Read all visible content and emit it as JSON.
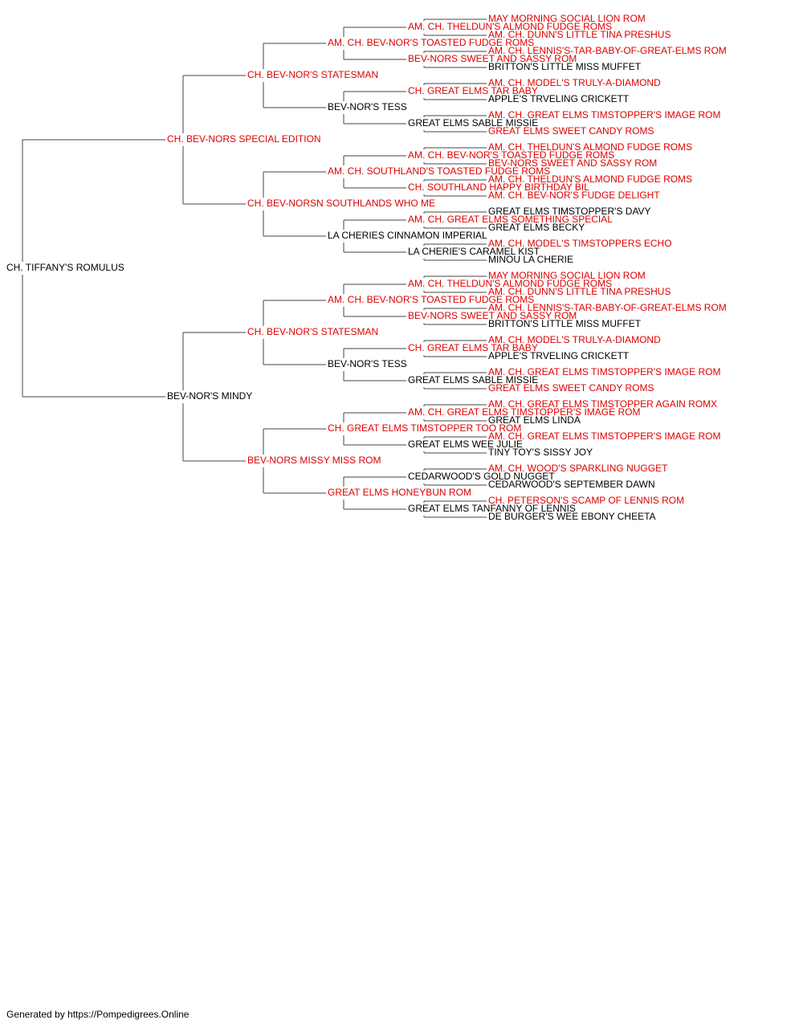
{
  "colors": {
    "titled": "#e00000",
    "untitled": "#000000",
    "line": "#444444"
  },
  "pedigree": {
    "name": "CH. TIFFANY'S ROMULUS",
    "titled": false,
    "sire": {
      "name": "CH. BEV-NORS SPECIAL EDITION",
      "titled": true,
      "sire": {
        "name": "CH. BEV-NOR'S STATESMAN",
        "titled": true,
        "sire": {
          "name": "AM. CH. BEV-NOR'S TOASTED FUDGE ROMS",
          "titled": true,
          "sire": {
            "name": "AM. CH. THELDUN'S ALMOND FUDGE ROMS",
            "titled": true,
            "sire": {
              "name": "MAY MORNING SOCIAL LION ROM",
              "titled": true
            },
            "dam": {
              "name": "AM. CH. DUNN'S LITTLE TINA PRESHUS",
              "titled": true
            }
          },
          "dam": {
            "name": "BEV-NORS SWEET AND SASSY ROM",
            "titled": true,
            "sire": {
              "name": "AM. CH. LENNIS'S-TAR-BABY-OF-GREAT-ELMS ROM",
              "titled": true
            },
            "dam": {
              "name": "BRITTON'S LITTLE MISS MUFFET",
              "titled": false
            }
          }
        },
        "dam": {
          "name": "BEV-NOR'S TESS",
          "titled": false,
          "sire": {
            "name": "CH. GREAT ELMS TAR BABY",
            "titled": true,
            "sire": {
              "name": "AM. CH. MODEL'S TRULY-A-DIAMOND",
              "titled": true
            },
            "dam": {
              "name": "APPLE'S TRVELING CRICKETT",
              "titled": false
            }
          },
          "dam": {
            "name": "GREAT ELMS SABLE MISSIE",
            "titled": false,
            "sire": {
              "name": "AM. CH. GREAT ELMS TIMSTOPPER'S IMAGE ROM",
              "titled": true
            },
            "dam": {
              "name": "GREAT ELMS SWEET CANDY ROMS",
              "titled": true
            }
          }
        }
      },
      "dam": {
        "name": "CH. BEV-NORSN SOUTHLANDS WHO ME",
        "titled": true,
        "sire": {
          "name": "AM. CH. SOUTHLAND'S TOASTED FUDGE ROMS",
          "titled": true,
          "sire": {
            "name": "AM. CH. BEV-NOR'S TOASTED FUDGE ROMS",
            "titled": true,
            "sire": {
              "name": "AM. CH. THELDUN'S ALMOND FUDGE ROMS",
              "titled": true
            },
            "dam": {
              "name": "BEV-NORS SWEET AND SASSY ROM",
              "titled": true
            }
          },
          "dam": {
            "name": "CH. SOUTHLAND HAPPY BIRTHDAY BIL",
            "titled": true,
            "sire": {
              "name": "AM. CH. THELDUN'S ALMOND FUDGE ROMS",
              "titled": true
            },
            "dam": {
              "name": "AM. CH. BEV-NOR'S FUDGE DELIGHT",
              "titled": true
            }
          }
        },
        "dam": {
          "name": "LA CHERIES CINNAMON IMPERIAL",
          "titled": false,
          "sire": {
            "name": "AM. CH. GREAT ELMS SOMETHING SPECIAL",
            "titled": true,
            "sire": {
              "name": "GREAT ELMS TIMSTOPPER'S DAVY",
              "titled": false
            },
            "dam": {
              "name": "GREAT ELMS BECKY",
              "titled": false
            }
          },
          "dam": {
            "name": "LA CHERIE'S CARAMEL KIST",
            "titled": false,
            "sire": {
              "name": "AM. CH. MODEL'S TIMSTOPPERS ECHO",
              "titled": true
            },
            "dam": {
              "name": "MINOU LA CHERIE",
              "titled": false
            }
          }
        }
      }
    },
    "dam": {
      "name": "BEV-NOR'S MINDY",
      "titled": false,
      "sire": {
        "name": "CH. BEV-NOR'S STATESMAN",
        "titled": true,
        "sire": {
          "name": "AM. CH. BEV-NOR'S TOASTED FUDGE ROMS",
          "titled": true,
          "sire": {
            "name": "AM. CH. THELDUN'S ALMOND FUDGE ROMS",
            "titled": true,
            "sire": {
              "name": "MAY MORNING SOCIAL LION ROM",
              "titled": true
            },
            "dam": {
              "name": "AM. CH. DUNN'S LITTLE TINA PRESHUS",
              "titled": true
            }
          },
          "dam": {
            "name": "BEV-NORS SWEET AND SASSY ROM",
            "titled": true,
            "sire": {
              "name": "AM. CH. LENNIS'S-TAR-BABY-OF-GREAT-ELMS ROM",
              "titled": true
            },
            "dam": {
              "name": "BRITTON'S LITTLE MISS MUFFET",
              "titled": false
            }
          }
        },
        "dam": {
          "name": "BEV-NOR'S TESS",
          "titled": false,
          "sire": {
            "name": "CH. GREAT ELMS TAR BABY",
            "titled": true,
            "sire": {
              "name": "AM. CH. MODEL'S TRULY-A-DIAMOND",
              "titled": true
            },
            "dam": {
              "name": "APPLE'S TRVELING CRICKETT",
              "titled": false
            }
          },
          "dam": {
            "name": "GREAT ELMS SABLE MISSIE",
            "titled": false,
            "sire": {
              "name": "AM. CH. GREAT ELMS TIMSTOPPER'S IMAGE ROM",
              "titled": true
            },
            "dam": {
              "name": "GREAT ELMS SWEET CANDY ROMS",
              "titled": true
            }
          }
        }
      },
      "dam": {
        "name": "BEV-NORS MISSY MISS ROM",
        "titled": true,
        "sire": {
          "name": "CH. GREAT ELMS TIMSTOPPER TOO ROM",
          "titled": true,
          "sire": {
            "name": "AM. CH. GREAT ELMS TIMSTOPPER'S IMAGE ROM",
            "titled": true,
            "sire": {
              "name": "AM. CH. GREAT ELMS TIMSTOPPER AGAIN ROMX",
              "titled": true
            },
            "dam": {
              "name": "GREAT ELMS LINDA",
              "titled": false
            }
          },
          "dam": {
            "name": "GREAT ELMS WEE JULIE",
            "titled": false,
            "sire": {
              "name": "AM. CH. GREAT ELMS TIMSTOPPER'S IMAGE ROM",
              "titled": true
            },
            "dam": {
              "name": "TINY TOY'S SISSY JOY",
              "titled": false
            }
          }
        },
        "dam": {
          "name": "GREAT ELMS HONEYBUN ROM",
          "titled": true,
          "sire": {
            "name": "CEDARWOOD'S GOLD NUGGET",
            "titled": false,
            "sire": {
              "name": "AM. CH. WOOD'S SPARKLING NUGGET",
              "titled": true
            },
            "dam": {
              "name": "CEDARWOOD'S SEPTEMBER DAWN",
              "titled": false
            }
          },
          "dam": {
            "name": "GREAT ELMS TANFANNY OF LENNIS",
            "titled": false,
            "sire": {
              "name": "CH. PETERSON'S SCAMP OF LENNIS ROM",
              "titled": true
            },
            "dam": {
              "name": "DE BURGER'S WEE EBONY CHEETA",
              "titled": false
            }
          }
        }
      }
    }
  },
  "footer": {
    "text": "Generated by https://Pompedigrees.Online"
  }
}
